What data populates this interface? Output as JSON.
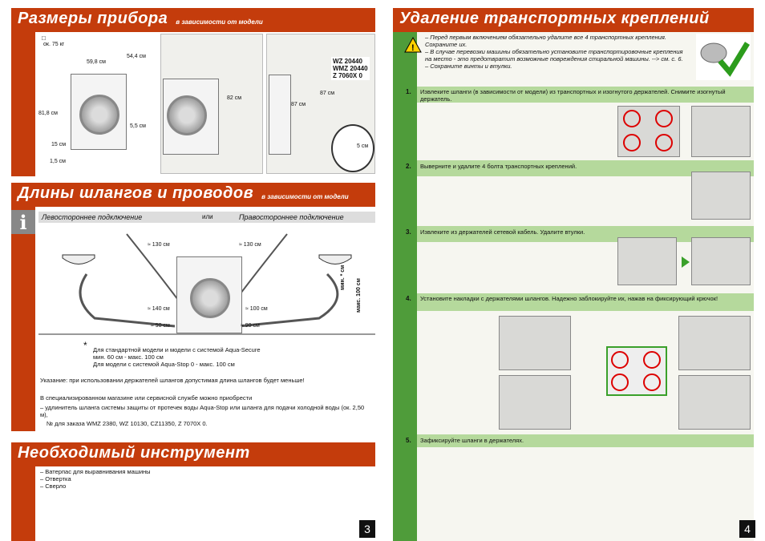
{
  "left": {
    "sec1": {
      "title": "Размеры прибора",
      "subtitle": "в зависимости от модели"
    },
    "dims": {
      "weight": "ок. 75 кг",
      "width": "59,8 см",
      "depth": "54,4 см",
      "height": "81,8 см",
      "gap1": "5,5 см",
      "gap2": "15 см",
      "gap3": "1,5 см",
      "h82": "82 см",
      "h87": "87 см",
      "h87b": "87 см",
      "foot": "5 см",
      "models": [
        "WZ 20440",
        "WMZ 20440",
        "Z 7060X 0"
      ]
    },
    "sec2": {
      "title": "Длины шлангов и проводов",
      "subtitle": "в зависимости от модели"
    },
    "conn": {
      "left": "Левостороннее подключение",
      "or": "или",
      "right": "Правостороннее подключение"
    },
    "hose": {
      "l130a": "≈ 130 см",
      "l130b": "≈ 130 см",
      "l140": "≈ 140 см",
      "l100": "≈ 100 см",
      "l90a": "≈ 90 см",
      "l90b": "≈ 90 см",
      "min": "мин. * см",
      "max": "макс. 100 см"
    },
    "note": {
      "star": "*",
      "l1": "Для стандартной модели и модели с системой Aqua-Secure",
      "l2": "мин. 60 см - макс. 100 см",
      "l3": "Для модели с системой Aqua-Stop 0 - макс. 100 см"
    },
    "para1": "Указание: при использовании держателей шлангов допустимая длина шлангов будет меньше!",
    "para2": "В специализированном магазине или сервисной службе можно приобрести",
    "para3": "– удлинитель шланга системы защиты от протечек воды Aqua-Stop или шланга для подачи холодной воды (ок. 2,50 м),",
    "para4": "№ для заказа WMZ 2380, WZ 10130, CZ11350, Z 7070X 0.",
    "sec3": {
      "title": "Необходимый инструмент"
    },
    "tools": [
      "– Ватерпас для выравнивания машины",
      "– Отвертка",
      "– Сверло"
    ],
    "page_num": "3"
  },
  "right": {
    "title": "Удаление транспортных креплений",
    "warn": [
      "– Перед первым включением обязательно удалите все 4 транспортных крепления. Сохраните их.",
      "– В случае перевозки машины обязательно установите транспортировочные крепления на место - это предотвратит возможные повреждения стиральной машины. --> см. с. 6.",
      "– Сохраните винты и втулки."
    ],
    "steps": [
      {
        "num": "1.",
        "text": "Извлеките шланги (в зависимости от модели) из транспортных и изогнутого держателей. Снимите изогнутый держатель."
      },
      {
        "num": "2.",
        "text": "Выверните и удалите 4 болта транспортных креплений."
      },
      {
        "num": "3.",
        "text": "Извлеките из держателей сетевой кабель. Удалите втулки."
      },
      {
        "num": "4.",
        "text": "Установите накладки с держателями шлангов. Надежно заблокируйте их, нажав на фиксирующий крючок!"
      },
      {
        "num": "5.",
        "text": "Зафиксируйте шланги в держателях."
      }
    ],
    "page_num": "4"
  },
  "colors": {
    "header": "#c43c0c",
    "green_dark": "#4f9c3a",
    "green_light": "#b5d99c"
  }
}
